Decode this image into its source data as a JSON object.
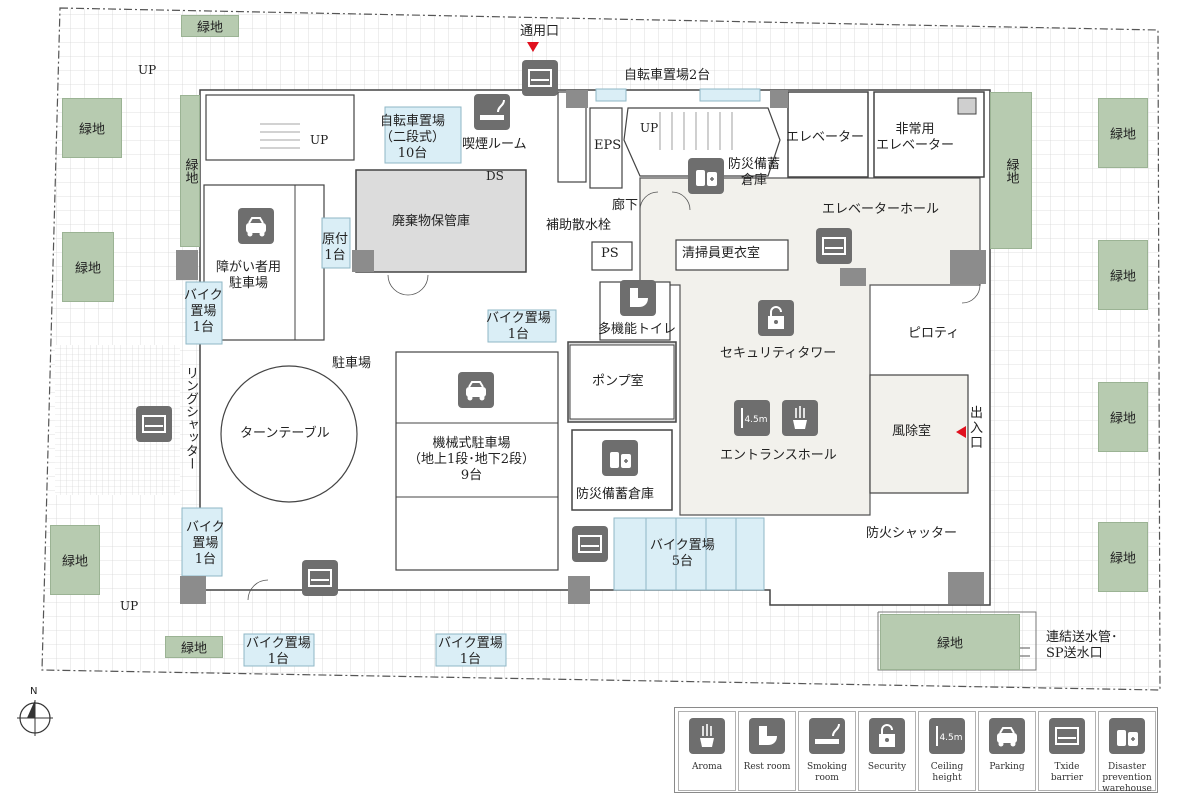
{
  "labels": {
    "service_entrance": "通用口",
    "bicycle_2": "自転車置場2台",
    "bicycle_two_tier": "自転車置場\n（二段式）\n10台",
    "smoking_room": "喫煙ルーム",
    "ds": "DS",
    "eps": "EPS",
    "up_stair_center": "UP",
    "elevator": "エレベーター",
    "emergency_elevator": "非常用\nエレベーター",
    "disaster_storage_top": "防災備蓄\n倉庫",
    "corridor": "廊下",
    "aux_hydrant": "補助散水栓",
    "elevator_hall": "エレベーターホール",
    "waste_storage": "廃棄物保管庫",
    "ps": "PS",
    "cleaner_locker": "清掃員更衣室",
    "accessible_parking": "障がい者用\n駐車場",
    "moped": "原付\n1台",
    "bike_left_top": "バイク\n置場\n1台",
    "bike_mid": "バイク置場\n1台",
    "multipurpose_toilet": "多機能トイレ",
    "security_tower": "セキュリティタワー",
    "pilotis": "ピロティ",
    "parking": "駐車場",
    "ring_shutter": "リングシャッター",
    "turntable": "ターンテーブル",
    "mech_parking": "機械式駐車場\n（地上1段･地下2段）\n9台",
    "pump_room": "ポンプ室",
    "entrance_hall": "エントランスホール",
    "windbreak_room": "風除室",
    "entrance_exit": "出\n入\n口",
    "disaster_storage_bottom": "防災備蓄倉庫",
    "fire_shutter": "防火シャッター",
    "bike_left_bottom": "バイク\n置場\n1台",
    "bike_5": "バイク置場\n5台",
    "bike_bottom_left": "バイク置場\n1台",
    "bike_bottom_mid": "バイク置場\n1台",
    "standpipe": "連結送水管･\nSP送水口",
    "up_left_top": "UP",
    "up_stair_left": "UP",
    "up_left_bottom": "UP",
    "ceiling_badge": "4.5m",
    "north": "N"
  },
  "greens": {
    "g_top": "緑地",
    "g_left1": "緑地",
    "g_left2": "緑地",
    "g_left3": "緑地",
    "g_left_vert": "緑地",
    "g_bottom_left": "緑地",
    "g_right_vert": "緑地",
    "g_right1": "緑地",
    "g_right2": "緑地",
    "g_right3": "緑地",
    "g_right4": "緑地",
    "g_bottom_right": "緑地"
  },
  "legend": [
    {
      "icon": "aroma-icon",
      "label": "Aroma"
    },
    {
      "icon": "restroom-icon",
      "label": "Rest room"
    },
    {
      "icon": "smoking-room-icon",
      "label": "Smoking\nroom"
    },
    {
      "icon": "security-icon",
      "label": "Security"
    },
    {
      "icon": "ceiling-height-icon",
      "label": "Ceiling\nheight",
      "badge": "4.5m"
    },
    {
      "icon": "parking-icon",
      "label": "Parking"
    },
    {
      "icon": "txide-barrier-icon",
      "label": "Txide\nbarrier"
    },
    {
      "icon": "disaster-warehouse-icon",
      "label": "Disaster\nprevention\nwarehouse"
    }
  ],
  "colors": {
    "green": "#b7cbb0",
    "hall": "#f2f1ec",
    "room_gray": "#dcdcdc",
    "bike_blue": "#daeef6",
    "icon_gray": "#6e6e6e",
    "marker_red": "#e0101e"
  }
}
